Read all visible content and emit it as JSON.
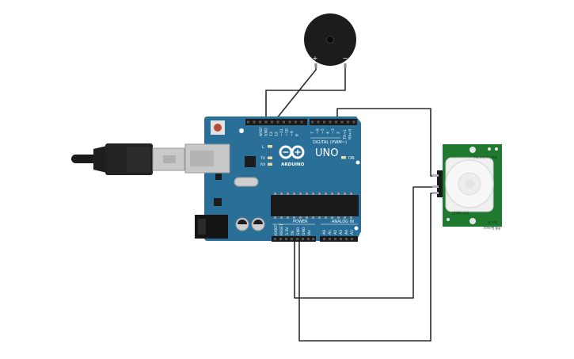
{
  "board": {
    "name": "UNO",
    "brand": "ARDUINO",
    "label_digital": "DIGITAL (PWM~)",
    "label_power": "POWER",
    "label_analog": "ANALOG IN",
    "label_on": "ON",
    "led_l": "L",
    "led_tx": "TX",
    "led_rx": "RX",
    "top_pins": [
      "AREF",
      "GND",
      "13",
      "12",
      "~11",
      "~10",
      "~9",
      "8",
      "7",
      "~6",
      "~5",
      "4",
      "~3",
      "2",
      "TX→1",
      "RX←0"
    ],
    "power_pins": [
      "IOREF",
      "RESET",
      "3.3V",
      "5V",
      "GND",
      "GND",
      "Vin"
    ],
    "analog_pins": [
      "A0",
      "A1",
      "A2",
      "A3",
      "A4",
      "A5"
    ],
    "color": "#2a6f98"
  },
  "buzzer": {
    "plus": "+",
    "minus": "−"
  },
  "pir": {
    "line1": "Mechanical Inc.",
    "line2": "555-28027",
    "line3": "PIR Sensor",
    "line4": "Rev B",
    "color": "#1f7a2f"
  },
  "wire_color": "#2b2b2b"
}
